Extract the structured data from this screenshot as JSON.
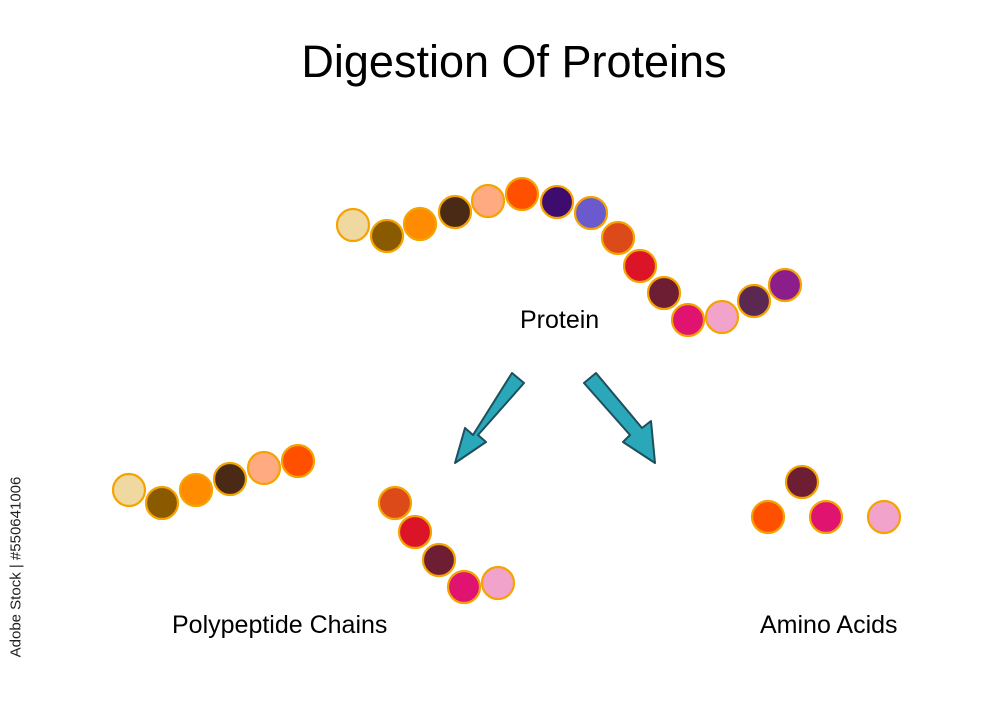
{
  "title": "Digestion Of Proteins",
  "labels": {
    "protein": "Protein",
    "polypeptide_chains": "Polypeptide Chains",
    "amino_acids": "Amino Acids"
  },
  "watermark": "Adobe Stock | #550641006",
  "colors": {
    "bead_outline": "#F4A300",
    "arrow_fill": "#2AA7B8",
    "arrow_outline": "#1E4F5C"
  },
  "protein_beads": [
    "#EFD9A1",
    "#8A5A00",
    "#FF8C00",
    "#4A2A14",
    "#FFAA80",
    "#FF5000",
    "#3E0C6E",
    "#6A5ACD",
    "#DC4A1A",
    "#DC1428",
    "#6E1E32",
    "#E01470",
    "#F2A3CC",
    "#5A2850",
    "#8C1E8C"
  ],
  "polypeptide_chain_1": [
    "#EFD9A1",
    "#8A5A00",
    "#FF8C00",
    "#4A2A14",
    "#FFAA80",
    "#FF5000"
  ],
  "polypeptide_chain_2": [
    "#DC4A1A",
    "#DC1428",
    "#6E1E32",
    "#E01470",
    "#F2A3CC"
  ],
  "amino_acids": [
    "#6E1E32",
    "#FF5000",
    "#E01470",
    "#F2A3CC"
  ]
}
